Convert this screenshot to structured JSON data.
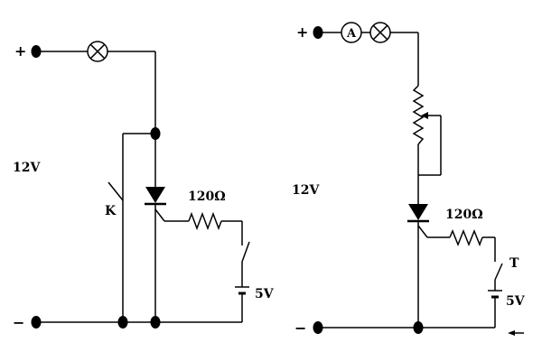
{
  "left_circuit": {
    "terminal_plus": "+",
    "terminal_minus": "−",
    "supply_voltage": "12V",
    "switch_label": "K",
    "resistor_label": "120Ω",
    "gate_battery_label": "5V"
  },
  "right_circuit": {
    "terminal_plus": "+",
    "terminal_minus": "−",
    "ammeter_symbol": "A",
    "supply_voltage": "12V",
    "resistor_label": "120Ω",
    "switch_label": "T",
    "gate_battery_label": "5V"
  },
  "colors": {
    "ink": "#000000",
    "background": "#ffffff"
  }
}
